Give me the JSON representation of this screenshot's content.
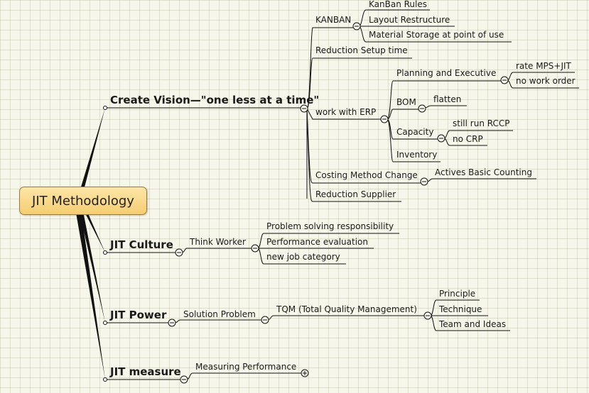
{
  "root": "JIT Methodology",
  "branches": {
    "vision": "Create Vision—\"one less at a time\"",
    "culture": "JIT Culture",
    "power": "JIT Power",
    "measure": "JIT measure"
  },
  "nodes": {
    "kanban": "KANBAN",
    "kanban_rules": "KanBan Rules",
    "layout_restructure": "Layout Restructure",
    "material_storage": "Material Storage at point of use",
    "reduction_setup": "Reduction Setup time",
    "work_erp": "work with ERP",
    "planning_exec": "Planning and Executive",
    "rate_mps": "rate MPS+JIT",
    "no_work_order": "no work order",
    "bom": "BOM",
    "flatten": "flatten",
    "capacity": "Capacity",
    "still_rccp": "still run RCCP",
    "no_crp": "no CRP",
    "inventory": "Inventory",
    "costing": "Costing Method Change",
    "actives_basic": "Actives Basic Counting",
    "reduction_supplier": "Reduction Supplier",
    "think_worker": "Think Worker",
    "problem_solving": "Problem solving responsibility",
    "performance_eval": "Performance evaluation",
    "new_job": "new job category",
    "solution_problem": "Solution Problem",
    "tqm": "TQM (Total Quality Management)",
    "principle": "Principle",
    "technique": "Technique",
    "team_ideas": "Team and Ideas",
    "measuring_perf": "Measuring Performance"
  },
  "colors": {
    "background": "#f7f6ea",
    "grid": "#d8d6c0",
    "line": "#111111",
    "root_fill": "#f6cd72",
    "root_border": "#9a7a3a"
  }
}
